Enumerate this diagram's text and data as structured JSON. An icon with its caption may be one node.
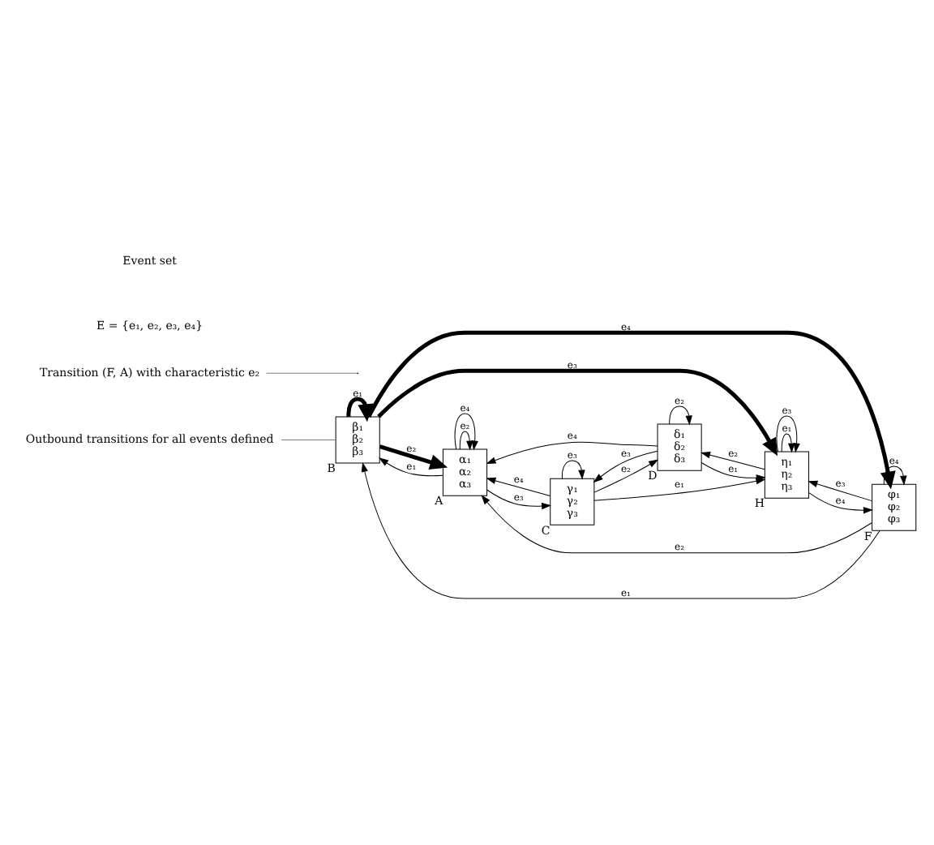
{
  "diagram": {
    "nodes": [
      {
        "text": [
          "Outbound transitions for all events defined"
        ]
      },
      {
        "text": [
          "β₁",
          "β₂",
          "β₃"
        ],
        "beside": [
          "B"
        ]
      },
      {
        "text": [
          "α₁",
          "α₂",
          "α₃"
        ],
        "beside": [
          "A"
        ]
      },
      {
        "text": [
          "γ₁",
          "γ₂",
          "γ₃"
        ],
        "beside": [
          "C"
        ]
      },
      {
        "text": [
          "η₁",
          "η₂",
          "η₃"
        ],
        "beside": [
          "H"
        ]
      },
      {
        "text": [
          "δ₁",
          "δ₂",
          "δ₃"
        ],
        "beside": [
          "D"
        ]
      },
      {
        "text": [
          "φ₁",
          "φ₂",
          "φ₃"
        ],
        "beside": [
          "F"
        ]
      },
      {
        "text": [
          "Transition (F, A) with characteristic e₂"
        ]
      }
    ],
    "edges": [
      {
        "from": 0,
        "to": 1,
        "arrow": "none",
        "color": "#808080"
      },
      {
        "from": 1,
        "to": 1,
        "arrow": "to",
        "label": "e₁",
        "style": "thick"
      },
      {
        "from": 2,
        "to": 1,
        "arrow": "to",
        "label": "e₁"
      },
      {
        "from": 1,
        "to": 2,
        "arrow": "to",
        "label": "e₂",
        "style": "thick"
      },
      {
        "from": 1,
        "to": 4,
        "arrow": "to",
        "label": "e₃",
        "style": "thick"
      },
      {
        "from": 1,
        "to": 6,
        "arrow": "to",
        "label": "e₄",
        "style": "thick"
      },
      {
        "from": 6,
        "to": 1,
        "arrow": "to",
        "label": "e₁"
      },
      {
        "from": 2,
        "to": 2,
        "arrow": "to",
        "label": "e₂"
      },
      {
        "from": 2,
        "to": 2,
        "arrow": "to",
        "label": "e₄"
      },
      {
        "from": 3,
        "to": 3,
        "arrow": "to",
        "label": "e₃"
      },
      {
        "from": 2,
        "to": 3,
        "arrow": "to",
        "label": "e₃"
      },
      {
        "from": 3,
        "to": 2,
        "arrow": "to",
        "label": "e₄"
      },
      {
        "from": 3,
        "to": 4,
        "arrow": "to",
        "label": "e₁"
      },
      {
        "from": 3,
        "to": 5,
        "arrow": "to",
        "label": "e₂"
      },
      {
        "from": 5,
        "to": 3,
        "arrow": "to",
        "label": "e₃"
      },
      {
        "from": 5,
        "to": 5,
        "arrow": "to",
        "label": "e₂"
      },
      {
        "from": 5,
        "to": 4,
        "arrow": "to",
        "label": "e₁"
      },
      {
        "from": 4,
        "to": 5,
        "arrow": "to",
        "label": "e₂"
      },
      {
        "from": 5,
        "to": 2,
        "arrow": "to",
        "label": "e₄"
      },
      {
        "from": 4,
        "to": 4,
        "arrow": "to",
        "label": "e₁"
      },
      {
        "from": 4,
        "to": 4,
        "arrow": "to",
        "label": "e₃"
      },
      {
        "from": 6,
        "to": 2,
        "arrow": "to",
        "label": "e₂"
      },
      {
        "from": 6,
        "to": 4,
        "arrow": "to",
        "label": "e₃"
      },
      {
        "from": 4,
        "to": 6,
        "arrow": "to",
        "label": "e₄"
      },
      {
        "from": 6,
        "to": 6,
        "arrow": "to",
        "label": "e₄"
      },
      {
        "from": 7,
        "to": null,
        "arrow": "none",
        "color": "#808080"
      }
    ],
    "labels": [
      "Event set",
      "E = {e₁, e₂, e₃, e₄}"
    ]
  }
}
